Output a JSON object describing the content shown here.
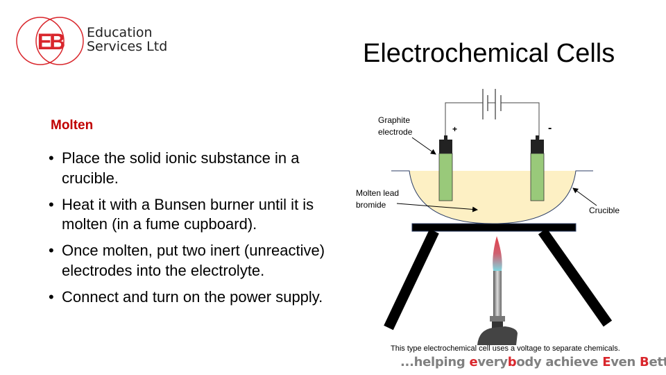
{
  "logo": {
    "monogram": "EB",
    "line1": "Education",
    "line2": "Services Ltd",
    "color": "#d9262c"
  },
  "title": "Electrochemical Cells",
  "section_heading": "Molten",
  "bullets": [
    "Place the solid ionic substance in a crucible.",
    "Heat it with a Bunsen burner until it is molten (in a fume cupboard).",
    "Once molten, put two inert (unreactive) electrodes into the electrolyte.",
    "Connect and turn on the power supply."
  ],
  "diagram": {
    "label_electrode_1": "Graphite",
    "label_electrode_2": "electrode",
    "positive": "+",
    "negative": "-",
    "label_molten_1": "Molten lead",
    "label_molten_2": "bromide",
    "label_crucible": "Crucible"
  },
  "caption": "This type electrochemical cell uses a voltage to separate chemicals.",
  "tagline": {
    "p1": "...helping ",
    "e": "e",
    "p2": "very",
    "b": "b",
    "p3": "ody achieve ",
    "E": "E",
    "p4": "ven ",
    "B": "B",
    "p5": "etter"
  }
}
